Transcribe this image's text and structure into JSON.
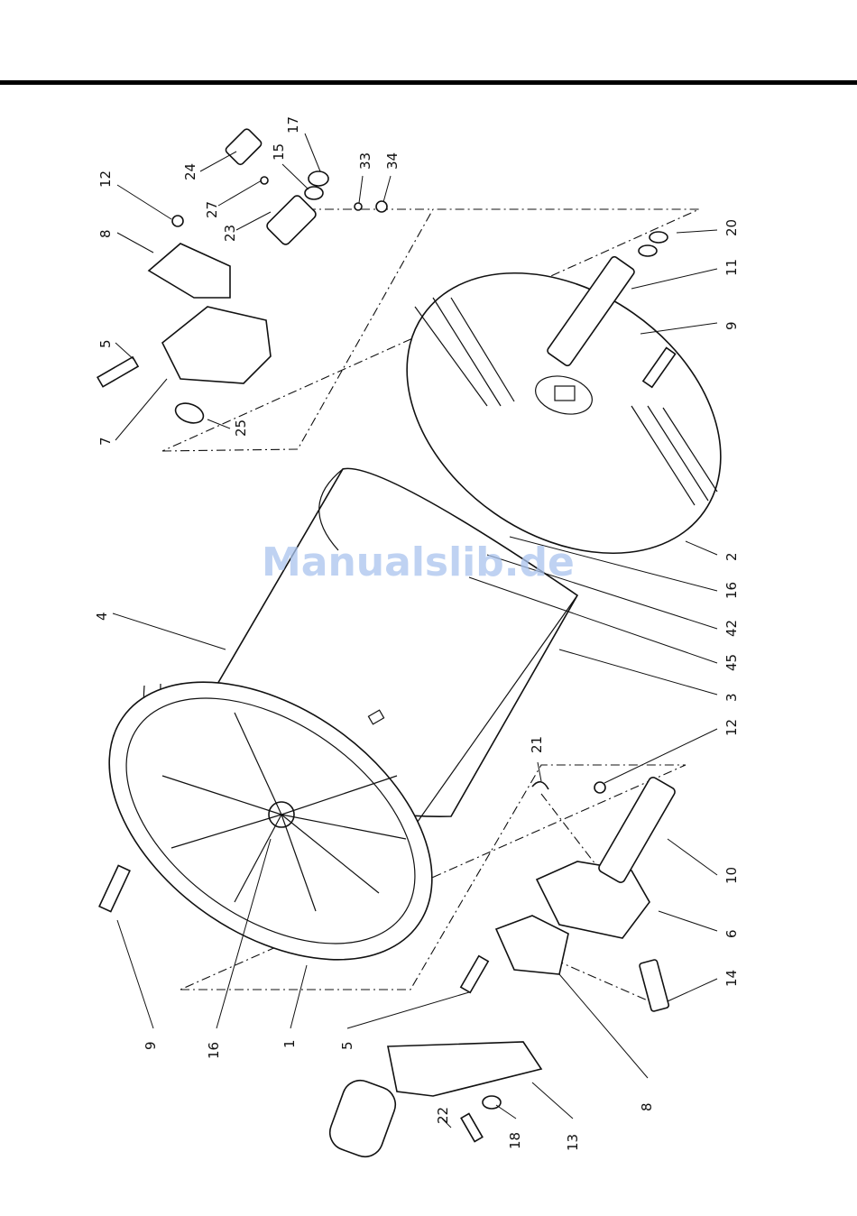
{
  "watermark": "Manualslib.de",
  "callouts": [
    "24",
    "27",
    "23",
    "15",
    "17",
    "33",
    "34",
    "12",
    "8",
    "5",
    "7",
    "25",
    "20",
    "11",
    "9",
    "2",
    "16",
    "42",
    "45",
    "3",
    "4",
    "12",
    "10",
    "6",
    "14",
    "21",
    "9",
    "16",
    "1",
    "5",
    "8",
    "13",
    "22",
    "18"
  ]
}
